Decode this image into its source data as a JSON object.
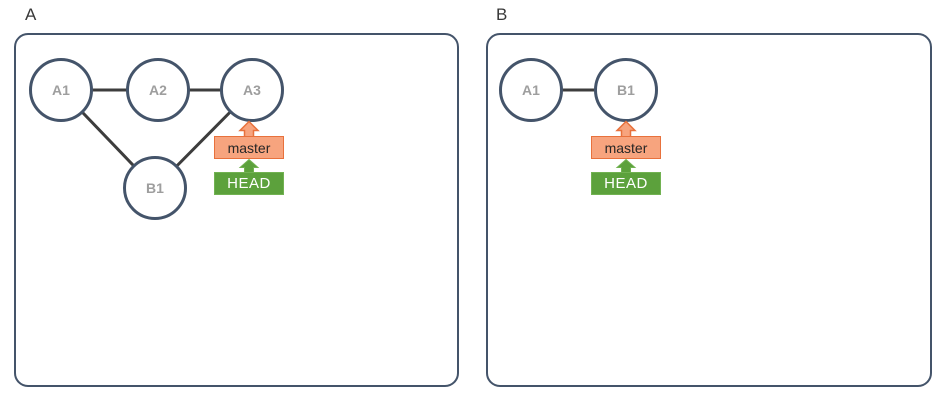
{
  "colors": {
    "panel_border": "#44546a",
    "node_border": "#44546a",
    "node_fill": "#ffffff",
    "node_text": "#9e9e9e",
    "edge": "#3d3d3d",
    "branch_tag_fill": "#f7a47e",
    "branch_tag_border": "#e8713c",
    "branch_tag_text": "#262626",
    "head_tag_fill": "#5ca13c",
    "head_tag_border": "#72b252",
    "head_tag_text": "#ffffff"
  },
  "panels": [
    {
      "label": "A",
      "nodes": [
        {
          "label": "A1"
        },
        {
          "label": "A2"
        },
        {
          "label": "A3"
        },
        {
          "label": "B1"
        }
      ],
      "edges": [
        "A1-A2",
        "A2-A3",
        "A1-B1",
        "B1-A3"
      ],
      "branch_label": "master",
      "head_label": "HEAD",
      "pointer_target": "A3"
    },
    {
      "label": "B",
      "nodes": [
        {
          "label": "A1"
        },
        {
          "label": "B1"
        }
      ],
      "edges": [
        "A1-B1"
      ],
      "branch_label": "master",
      "head_label": "HEAD",
      "pointer_target": "B1"
    }
  ]
}
